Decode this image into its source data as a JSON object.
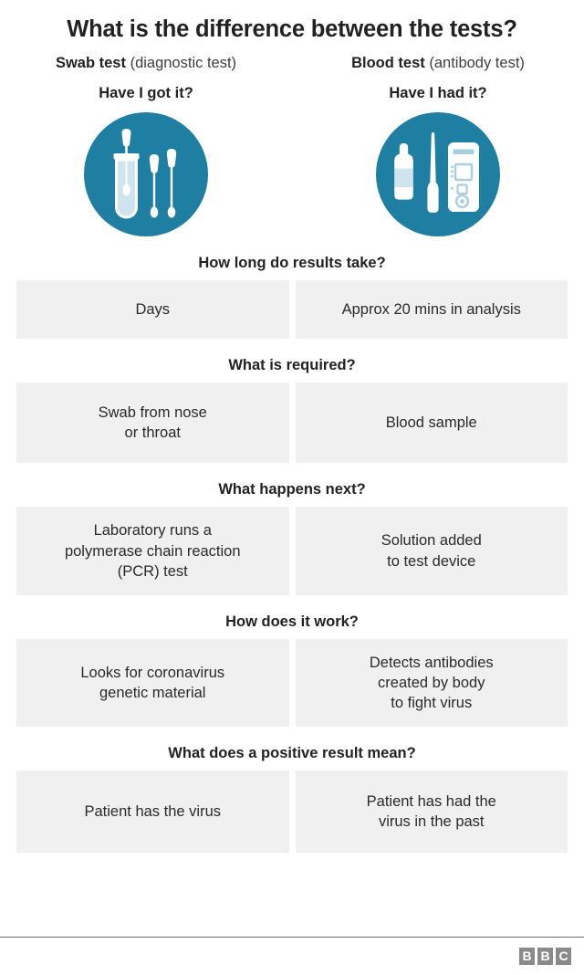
{
  "title": "What is the difference between the tests?",
  "colors": {
    "accent_teal": "#1f7fa3",
    "cell_background": "#f0f0f0",
    "text": "#222222",
    "rule": "#6e6e6e",
    "bbc_block": "#8a8a8a"
  },
  "columns": [
    {
      "name_bold": "Swab test",
      "name_paren": " (diagnostic test)",
      "question": "Have I got it?",
      "icon": "test-tube-swab-icon"
    },
    {
      "name_bold": "Blood test",
      "name_paren": " (antibody test)",
      "question": "Have I had it?",
      "icon": "blood-test-kit-icon"
    }
  ],
  "sections": [
    {
      "heading": "How long do results take?",
      "swab": "Days",
      "blood": "Approx 20 mins in analysis"
    },
    {
      "heading": "What is required?",
      "swab": "Swab from nose\nor throat",
      "blood": "Blood sample"
    },
    {
      "heading": "What happens next?",
      "swab": "Laboratory runs a\npolymerase chain reaction\n(PCR) test",
      "blood": "Solution added\nto test device"
    },
    {
      "heading": "How does it work?",
      "swab": "Looks for coronavirus\ngenetic material",
      "blood": "Detects antibodies\ncreated by body\nto fight virus"
    },
    {
      "heading": "What does a positive result mean?",
      "swab": "Patient has the virus",
      "blood": "Patient has had the\nvirus in the past"
    }
  ],
  "footer": {
    "logo_letters": [
      "B",
      "B",
      "C"
    ]
  }
}
